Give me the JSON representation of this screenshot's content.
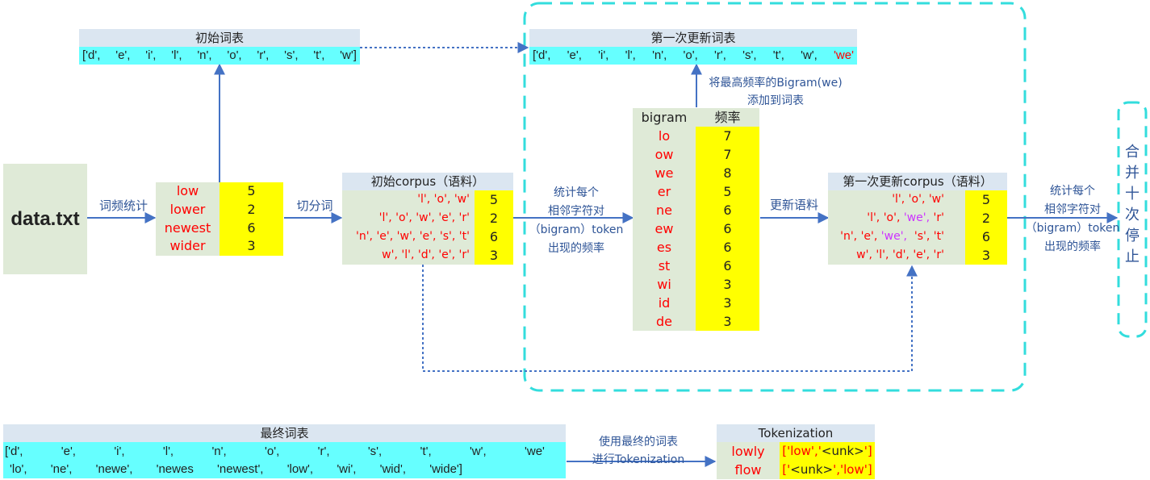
{
  "data_box": {
    "label": "data.txt"
  },
  "arrows": {
    "word_freq": "词频统计",
    "split_words": "切分词",
    "count_bigram": [
      "统计每个",
      "相邻字符对",
      "（bigram）token",
      "出现的频率"
    ],
    "update_corpus": "更新语料",
    "add_to_vocab": [
      "将最高频率的Bigram(we)",
      "添加到词表"
    ],
    "count_bigram_2": [
      "统计每个",
      "相邻字符对",
      "（bigram）token",
      "出现的频率"
    ],
    "use_final": [
      "使用最终的词表",
      "进行Tokenization"
    ]
  },
  "stop_box": {
    "chars": [
      "合",
      "并",
      "十",
      "次",
      "停",
      "止"
    ]
  },
  "initial_vocab": {
    "title": "初始词表",
    "items": [
      "['d',",
      "'e',",
      "'i',",
      "'l',",
      "'n',",
      "'o',",
      "'r',",
      "'s',",
      "'t',",
      "'w']"
    ]
  },
  "updated_vocab": {
    "title": "第一次更新词表",
    "items": [
      "['d',",
      "'e',",
      "'i',",
      "'l',",
      "'n',",
      "'o',",
      "'r',",
      "'s',",
      "'t',",
      "'w',"
    ],
    "new_item": "'we'"
  },
  "word_freq_table": {
    "rows": [
      {
        "word": "low",
        "freq": "5"
      },
      {
        "word": "lower",
        "freq": "2"
      },
      {
        "word": "newest",
        "freq": "6"
      },
      {
        "word": "wider",
        "freq": "3"
      }
    ]
  },
  "initial_corpus": {
    "title": "初始corpus（语料）",
    "rows": [
      {
        "tokens": "'l', 'o', 'w'",
        "freq": "5"
      },
      {
        "tokens": "'l', 'o', 'w', 'e', 'r'",
        "freq": "2"
      },
      {
        "tokens": "'n', 'e', 'w', 'e', 's', 't'",
        "freq": "6"
      },
      {
        "tokens": "w', 'l', 'd', 'e', 'r'",
        "freq": "3"
      }
    ]
  },
  "bigram_table": {
    "header_bigram": "bigram",
    "header_freq": "频率",
    "rows": [
      {
        "bigram": "lo",
        "freq": "7"
      },
      {
        "bigram": "ow",
        "freq": "7"
      },
      {
        "bigram": "we",
        "freq": "8"
      },
      {
        "bigram": "er",
        "freq": "5"
      },
      {
        "bigram": "ne",
        "freq": "6"
      },
      {
        "bigram": "ew",
        "freq": "6"
      },
      {
        "bigram": "es",
        "freq": "6"
      },
      {
        "bigram": "st",
        "freq": "6"
      },
      {
        "bigram": "wi",
        "freq": "3"
      },
      {
        "bigram": "id",
        "freq": "3"
      },
      {
        "bigram": "de",
        "freq": "3"
      }
    ]
  },
  "updated_corpus": {
    "title": "第一次更新corpus（语料）",
    "rows": [
      {
        "pre": "'l', 'o', 'w'",
        "hl": "",
        "post": "",
        "freq": "5"
      },
      {
        "pre": "'l', 'o', ",
        "hl": "'we',",
        "post": " 'r'",
        "freq": "2"
      },
      {
        "pre": "'n', 'e', ",
        "hl": "'we',",
        "post": "  's', 't'",
        "freq": "6"
      },
      {
        "pre": "w', 'l', 'd', 'e', 'r'",
        "hl": "",
        "post": "",
        "freq": "3"
      }
    ]
  },
  "final_vocab": {
    "title": "最终词表",
    "row1": [
      "['d',",
      "'e',",
      "'i',",
      "'l',",
      "'n',",
      "'o',",
      "'r',",
      "'s',",
      "'t',",
      "'w',",
      "'we'"
    ],
    "row2": [
      "'lo',",
      "'ne',",
      "'newe',",
      "'newes",
      "'newest',",
      "'low',",
      "'wi',",
      "'wid',",
      "'wide']"
    ]
  },
  "tokenization": {
    "title": "Tokenization",
    "rows": [
      {
        "word": "lowly",
        "open": "['",
        "a": "low",
        "mid": "','",
        "b": "<unk>",
        "close": "']",
        "a_red": true,
        "b_red": false
      },
      {
        "word": "flow",
        "open": "['",
        "a": "<unk>",
        "mid": "','",
        "b": "low",
        "close": "']",
        "a_red": false,
        "b_red": true
      }
    ]
  },
  "colors": {
    "arrow": "#4472c4",
    "dashed_box": "#33dddd",
    "cell_green": "#dfead7",
    "cell_yellow": "#ffff00",
    "vocab_cyan": "#66ffff",
    "header_blue": "#dbe6f1",
    "token_red": "#ff0000",
    "merge_purple": "#cc33ff"
  }
}
